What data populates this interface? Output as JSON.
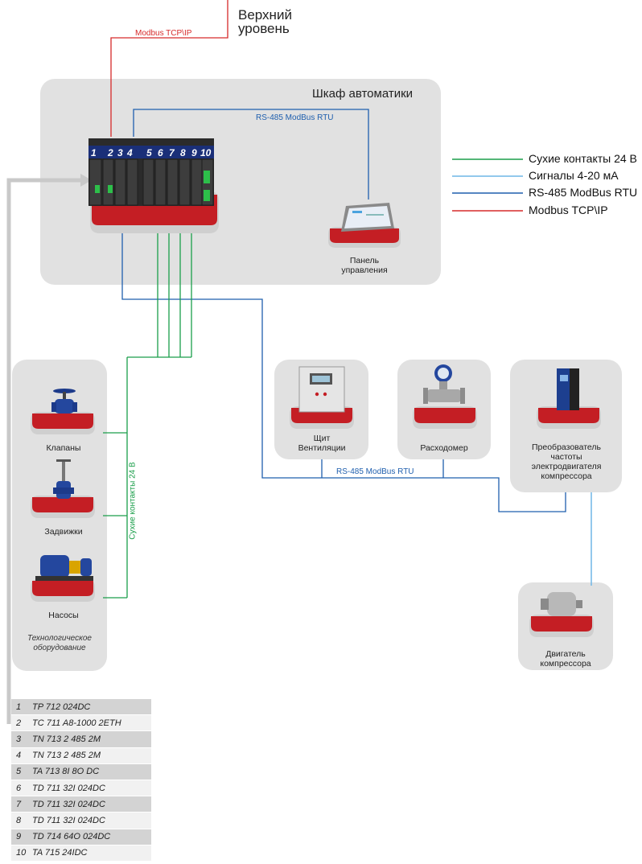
{
  "top_level": {
    "line1": "Верхний",
    "line2": "уровень"
  },
  "cabinet": {
    "title": "Шкаф автоматики",
    "module_numbers": [
      "1",
      "2",
      "3",
      "4",
      "5",
      "6",
      "7",
      "8",
      "9",
      "10"
    ],
    "panel_label_1": "Панель",
    "panel_label_2": "управления"
  },
  "line_labels": {
    "modbus_tcp": "Modbus TCP\\IP",
    "rs485_cabinet": "RS-485 ModBus RTU",
    "rs485_field": "RS-485 ModBus RTU",
    "dry_contacts": "Сухие контакты 24 В"
  },
  "legend": [
    {
      "label": "Сухие контакты 24 В",
      "color": "#1a9e4a"
    },
    {
      "label": "Сигналы 4-20 мА",
      "color": "#6fb6e6"
    },
    {
      "label": "RS-485 ModBus RTU",
      "color": "#1f5fae"
    },
    {
      "label": "Modbus TCP\\IP",
      "color": "#d62a2a"
    }
  ],
  "tech_equipment": {
    "valves": "Клапаны",
    "gate_valves": "Задвижки",
    "pumps": "Насосы",
    "group_line1": "Технологическое",
    "group_line2": "оборудование"
  },
  "devices": {
    "vent_line1": "Щит",
    "vent_line2": "Вентиляции",
    "flowmeter": "Расходомер",
    "vfd_line1": "Преобразователь",
    "vfd_line2": "частоты",
    "vfd_line3": "электродвигателя",
    "vfd_line4": "компрессора",
    "motor_line1": "Двигатель",
    "motor_line2": "компрессора"
  },
  "modules": [
    {
      "n": "1",
      "name": "TP 712 024DC"
    },
    {
      "n": "2",
      "name": "TC 711 A8-1000 2ETH"
    },
    {
      "n": "3",
      "name": "TN 713 2 485 2M"
    },
    {
      "n": "4",
      "name": "TN 713 2 485 2M"
    },
    {
      "n": "5",
      "name": "TA 713 8I 8O DC"
    },
    {
      "n": "6",
      "name": "TD 711 32I 024DC"
    },
    {
      "n": "7",
      "name": "TD 711 32I 024DC"
    },
    {
      "n": "8",
      "name": "TD 711 32I 024DC"
    },
    {
      "n": "9",
      "name": "TD 714 64O 024DC"
    },
    {
      "n": "10",
      "name": "TA 715 24IDC"
    }
  ]
}
